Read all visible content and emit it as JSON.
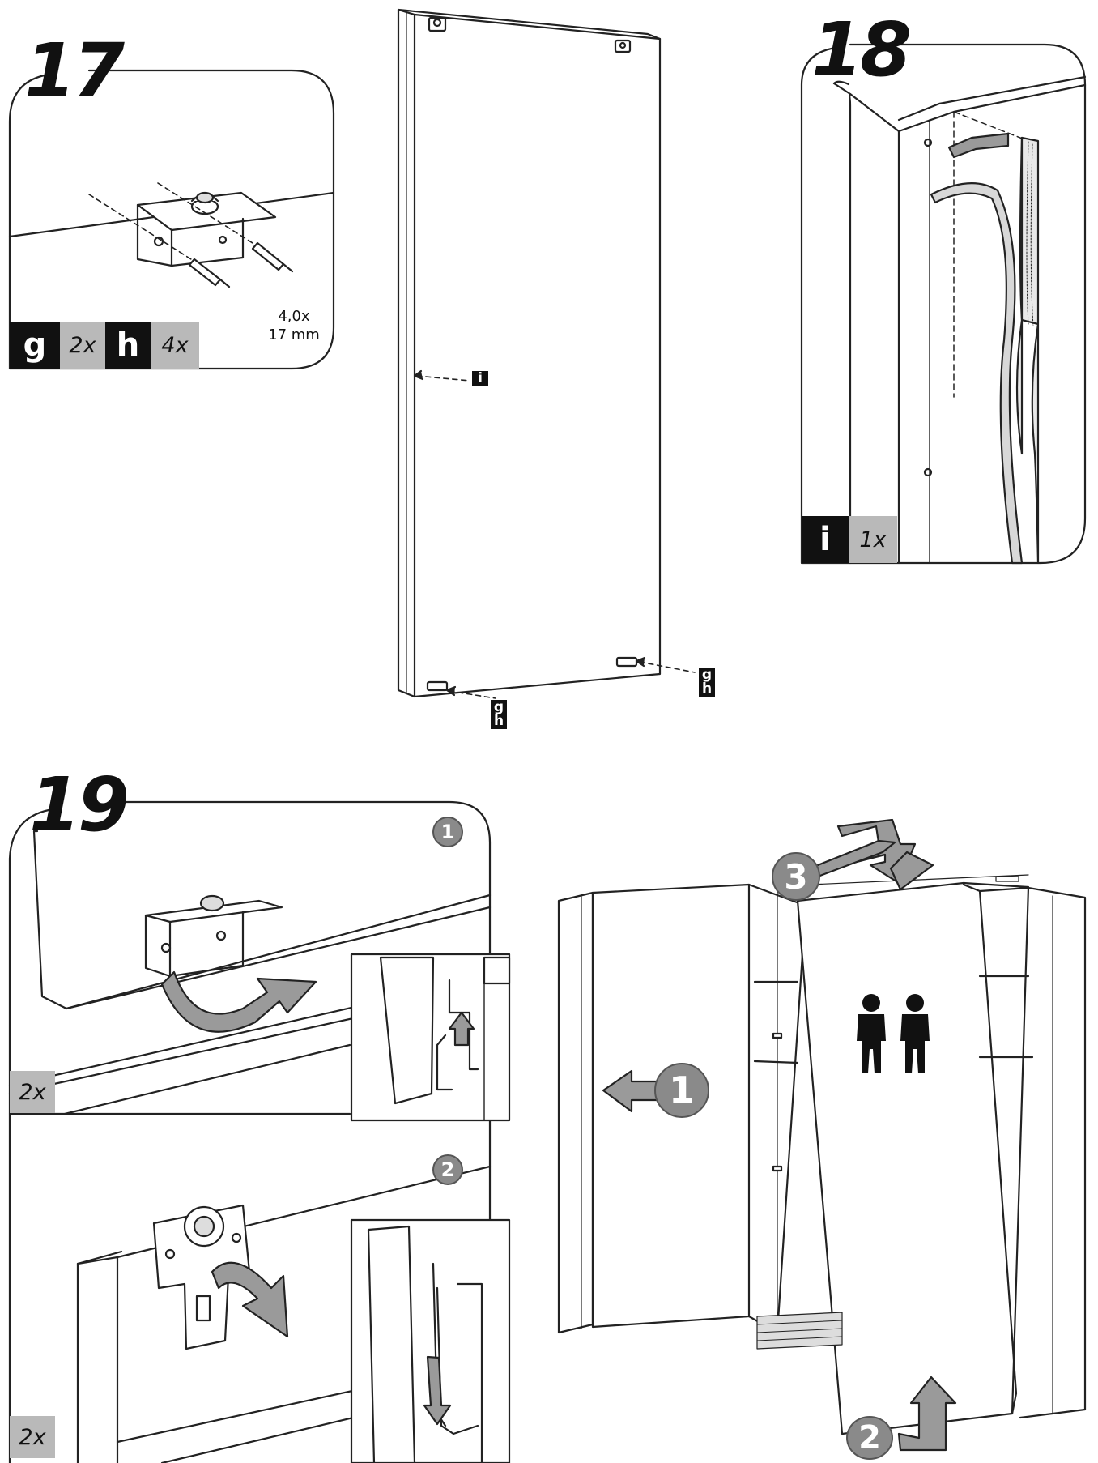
{
  "steps": {
    "s17": {
      "number": "17",
      "tiles": [
        "g",
        "2x",
        "h",
        "4x"
      ],
      "screw_spec": [
        "4,0x",
        "17 mm"
      ]
    },
    "s18": {
      "number": "18",
      "tiles": [
        "i",
        "1x"
      ]
    },
    "s19": {
      "number": "19",
      "sub1": "1",
      "sub2": "2",
      "qty_a": "2x",
      "qty_b": "2x"
    }
  },
  "door": {
    "marker_i": "i",
    "marker_gh_left": [
      "g",
      "h"
    ],
    "marker_gh_right": [
      "g",
      "h"
    ]
  },
  "wardrobe": {
    "arrow1": "1",
    "arrow2": "2",
    "arrow3": "3"
  },
  "icons": [
    "two-persons-icon",
    "arrow-icon"
  ],
  "colors": {
    "line": "#222222",
    "grey_tile": "#b9b9b9",
    "circle_grey": "#8a8a8a",
    "arrow_grey": "#9a9a9a"
  }
}
